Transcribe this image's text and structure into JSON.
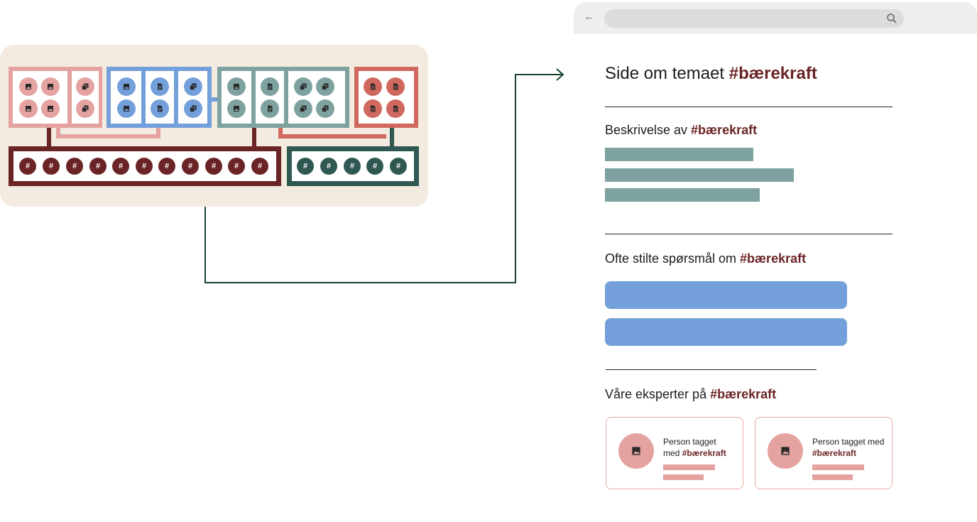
{
  "colors": {
    "panel_bg": "#f4ebe0",
    "pink": "#e4a3a1",
    "blue": "#739fda",
    "teal": "#7ea29f",
    "red": "#d0685f",
    "maroon": "#6b2425",
    "dark_teal": "#2f5853",
    "connector": "#1a4029"
  },
  "diagram": {
    "hash_symbol": "#",
    "content_groups": [
      {
        "name": "pink-group",
        "icons": [
          "image-icon",
          "image-icon",
          "image-icon",
          "image-icon",
          "gallery-icon",
          "gallery-icon"
        ]
      },
      {
        "name": "blue-group",
        "icons": [
          "image-icon",
          "image-icon",
          "document-icon",
          "document-icon",
          "gallery-icon",
          "gallery-icon"
        ]
      },
      {
        "name": "teal-group",
        "icons": [
          "image-icon",
          "image-icon",
          "document-icon",
          "document-icon",
          "gallery-icon",
          "gallery-icon",
          "gallery-icon",
          "gallery-icon"
        ]
      },
      {
        "name": "red-group",
        "icons": [
          "document-icon",
          "document-icon",
          "document-icon",
          "document-icon"
        ]
      }
    ],
    "tag_rows": [
      {
        "name": "maroon-tag-row",
        "count": 11
      },
      {
        "name": "dark-teal-tag-row",
        "count": 5
      }
    ]
  },
  "browser": {
    "back_icon": "arrow-left-icon",
    "search_icon": "search-icon",
    "address_value": ""
  },
  "page": {
    "title_prefix": "Side om temaet ",
    "title_tag": "#bærekraft",
    "description_prefix": "Beskrivelse av ",
    "description_tag": "#bærekraft",
    "faq_prefix": "Ofte stilte spørsmål om ",
    "faq_tag": "#bærekraft",
    "experts_prefix": "Våre eksperter på ",
    "experts_tag": "#bærekraft",
    "experts": [
      {
        "line1": "Person tagget",
        "line2_prefix": "med ",
        "tag": "#bærekraft"
      },
      {
        "line1": "Person tagget med",
        "line2_prefix": "",
        "tag": "#bærekraft"
      }
    ]
  }
}
